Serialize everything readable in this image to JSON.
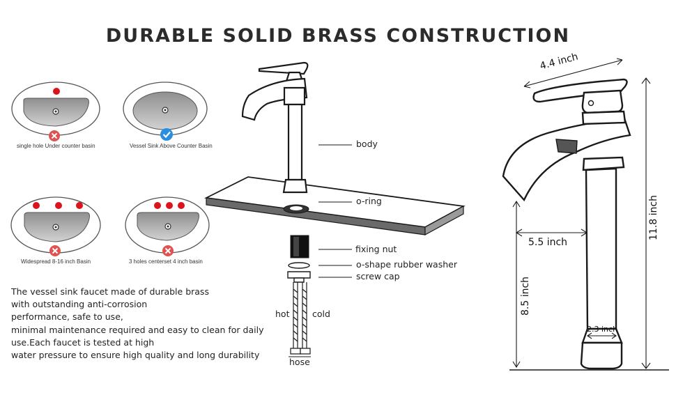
{
  "title": "DURABLE SOLID BRASS CONSTRUCTION",
  "basins": [
    {
      "label": "single hole Under counter basin",
      "status": "incompatible"
    },
    {
      "label": "Vessel Sink Above Counter Basin",
      "status": "compatible"
    },
    {
      "label": "Widespread 8-16 inch Basin",
      "status": "incompatible"
    },
    {
      "label": "3 holes centerset 4 inch basin",
      "status": "incompatible"
    }
  ],
  "description": [
    "The  vessel sink faucet made of durable brass",
    "with outstanding anti-corrosion",
    "performance, safe to use,",
    "minimal maintenance required and easy to clean for daily",
    "use.Each faucet is tested at high",
    "water pressure to ensure high quality and long durability"
  ],
  "parts": {
    "body": "body",
    "o_ring": "o-ring",
    "fixing_nut": "fixing nut",
    "rubber_washer": "o-shape rubber washer",
    "screw_cap": "screw cap",
    "hot": "hot",
    "cold": "cold",
    "hose": "hose"
  },
  "dimensions": {
    "handle_length": "4.4 inch",
    "total_height": "11.8 inch",
    "spout_reach": "5.5 inch",
    "spout_height": "8.5 inch",
    "base_diameter": "2.3 inch"
  },
  "colors": {
    "red_dot": "#d9141b",
    "check_blue": "#2a8fe0",
    "cross_red": "#e05252",
    "basin_gray": "#b8b8b8"
  }
}
